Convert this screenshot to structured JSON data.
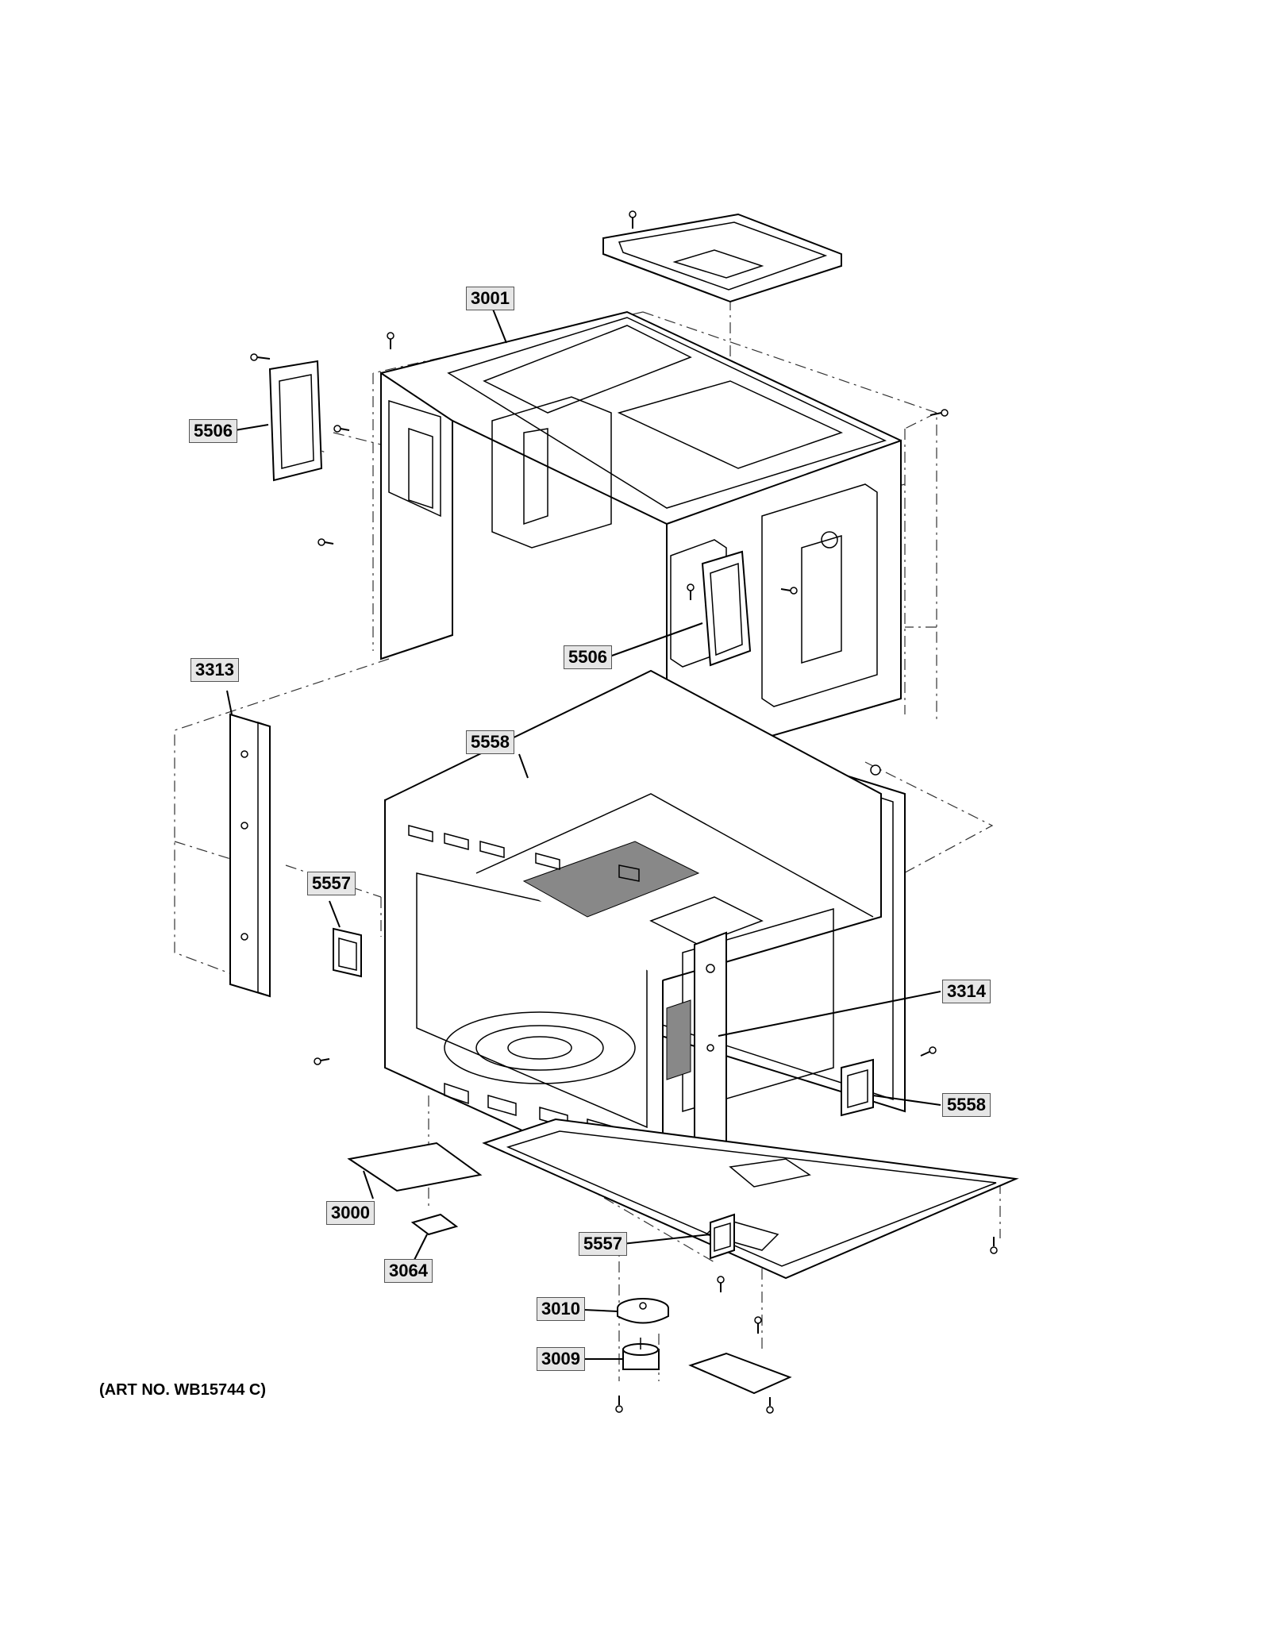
{
  "labels": {
    "p3001": "3001",
    "p5506a": "5506",
    "p5506b": "5506",
    "p3313": "3313",
    "p5558a": "5558",
    "p5557a": "5557",
    "p3314": "3314",
    "p5558b": "5558",
    "p3000": "3000",
    "p3064": "3064",
    "p5557b": "5557",
    "p3010": "3010",
    "p3009": "3009"
  },
  "art_number": "(ART NO. WB15744 C)"
}
